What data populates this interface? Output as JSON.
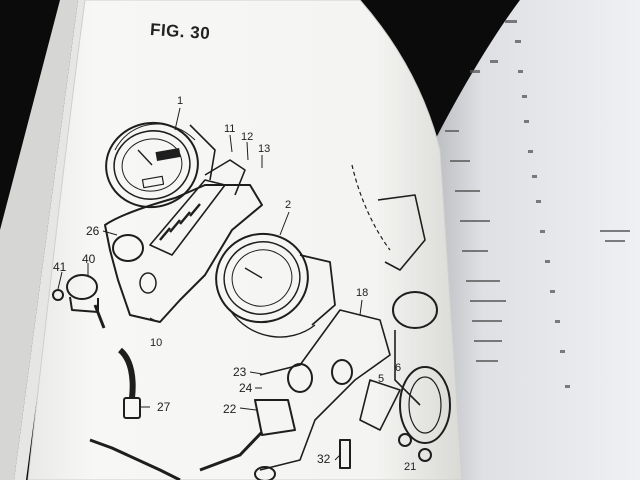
{
  "page": {
    "figure_title": "FIG. 30",
    "callouts": [
      {
        "id": "c1",
        "label": "1"
      },
      {
        "id": "c2",
        "label": "2"
      },
      {
        "id": "c10",
        "label": "10"
      },
      {
        "id": "c11",
        "label": "11"
      },
      {
        "id": "c12",
        "label": "12"
      },
      {
        "id": "c13",
        "label": "13"
      },
      {
        "id": "c18",
        "label": "18"
      },
      {
        "id": "c21",
        "label": "21"
      },
      {
        "id": "c22",
        "label": "22"
      },
      {
        "id": "c23",
        "label": "23"
      },
      {
        "id": "c24",
        "label": "24"
      },
      {
        "id": "c26",
        "label": "26"
      },
      {
        "id": "c27",
        "label": "27"
      },
      {
        "id": "c32",
        "label": "32"
      },
      {
        "id": "c40",
        "label": "40"
      },
      {
        "id": "c41",
        "label": "41"
      },
      {
        "id": "c5",
        "label": "5"
      },
      {
        "id": "c6",
        "label": "6"
      }
    ]
  },
  "colors": {
    "background": "#0b0b0c",
    "page": "#f4f4f2",
    "ink": "#222222",
    "opposite_page": "#e2e3e6"
  },
  "illustrations": [
    "speedometer-icon",
    "tachometer-icon",
    "instrument-bracket-icon",
    "switch-icon",
    "cable-icon",
    "wiring-connector-icon"
  ]
}
